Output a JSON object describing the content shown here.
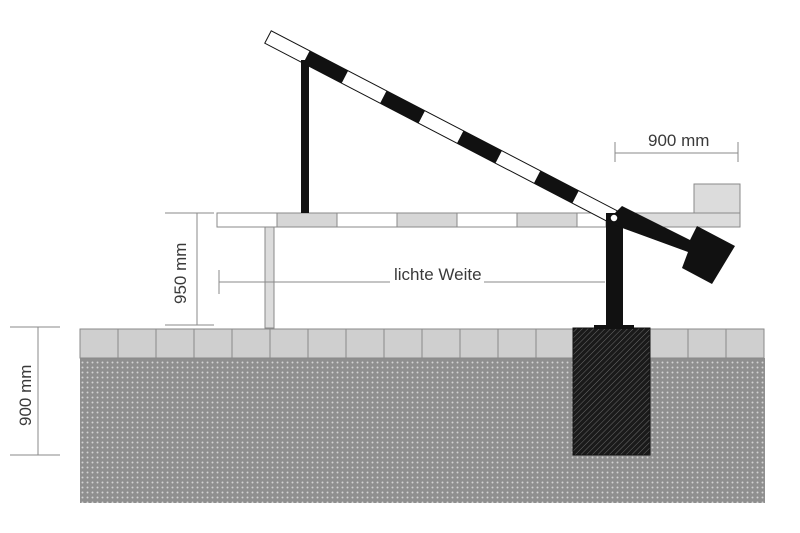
{
  "dimensions": {
    "top_right_width": "900 mm",
    "barrier_height": "950 mm",
    "foundation_depth": "900 mm",
    "clear_width": "lichte Weite"
  },
  "colors": {
    "boom_black": "#111111",
    "boom_white": "#ffffff",
    "stripe_grey": "#d6d6d6",
    "paving_grey": "#cfcfcf",
    "foundation_dark": "#1a1a1a",
    "ground_dotted": "#8f8f8f",
    "line_grey": "#8a8a8a"
  }
}
